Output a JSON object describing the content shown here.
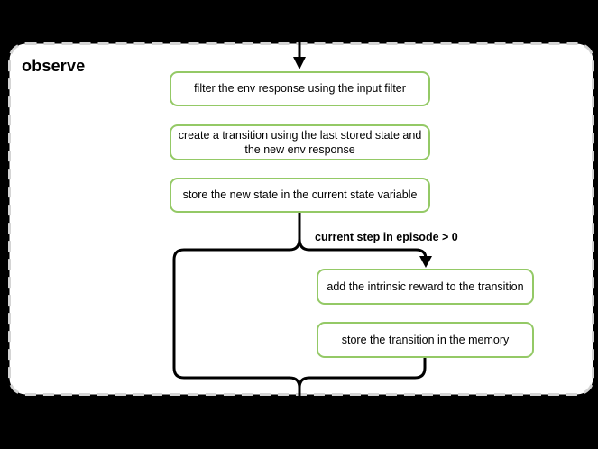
{
  "diagram": {
    "group_title": "observe",
    "nodes": [
      {
        "id": "filter-env-response",
        "label": "filter the env response using the input filter"
      },
      {
        "id": "create-transition",
        "label": "create a transition using the last stored state and the new env response"
      },
      {
        "id": "store-new-state",
        "label": "store the new state in the current state variable"
      },
      {
        "id": "add-intrinsic-reward",
        "label": "add the intrinsic reward to the transition"
      },
      {
        "id": "store-transition",
        "label": "store the transition in the memory"
      }
    ],
    "edges": {
      "condition_label": "current step in episode > 0"
    },
    "colors": {
      "canvas_background": "#000000",
      "group_fill": "#ffffff",
      "group_dashed_border": "#d4d4d4",
      "node_border_green": "#94c966",
      "node_fill": "#ffffff",
      "connector_black": "#000000",
      "text": "#000000"
    }
  }
}
